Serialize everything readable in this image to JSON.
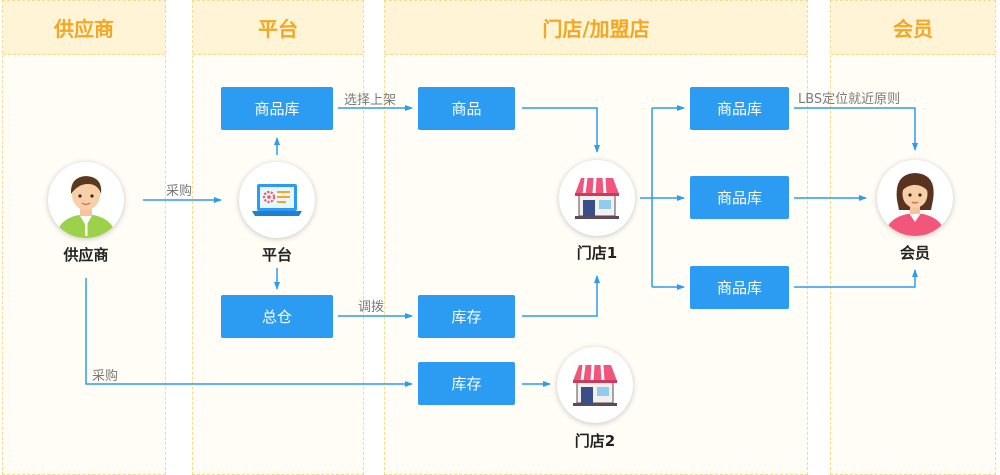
{
  "columns": [
    {
      "id": "supplier",
      "title": "供应商"
    },
    {
      "id": "platform",
      "title": "平台"
    },
    {
      "id": "store",
      "title": "门店/加盟店"
    },
    {
      "id": "member",
      "title": "会员"
    }
  ],
  "nodes": {
    "supplier": "供应商",
    "platform": "平台",
    "store1": "门店1",
    "store2": "门店2",
    "member": "会员"
  },
  "boxes": {
    "platform_catalog": "商品库",
    "warehouse": "总仓",
    "store_goods": "商品",
    "store_stock_1": "库存",
    "store_stock_2": "库存",
    "catalog_1": "商品库",
    "catalog_2": "商品库",
    "catalog_3": "商品库"
  },
  "edge_labels": {
    "purchase_1": "采购",
    "select_listing": "选择上架",
    "transfer": "调拨",
    "purchase_2": "采购",
    "lbs_rule": "LBS定位就近原则"
  },
  "colors": {
    "header_text": "#f5a623",
    "header_bg": "#fff5d6",
    "lane_bg": "#fffdf6",
    "box": "#2b9cf2",
    "arrow": "#2b9cf2"
  },
  "icons": [
    "supplier-avatar-icon",
    "platform-laptop-icon",
    "store-icon",
    "member-avatar-icon"
  ]
}
